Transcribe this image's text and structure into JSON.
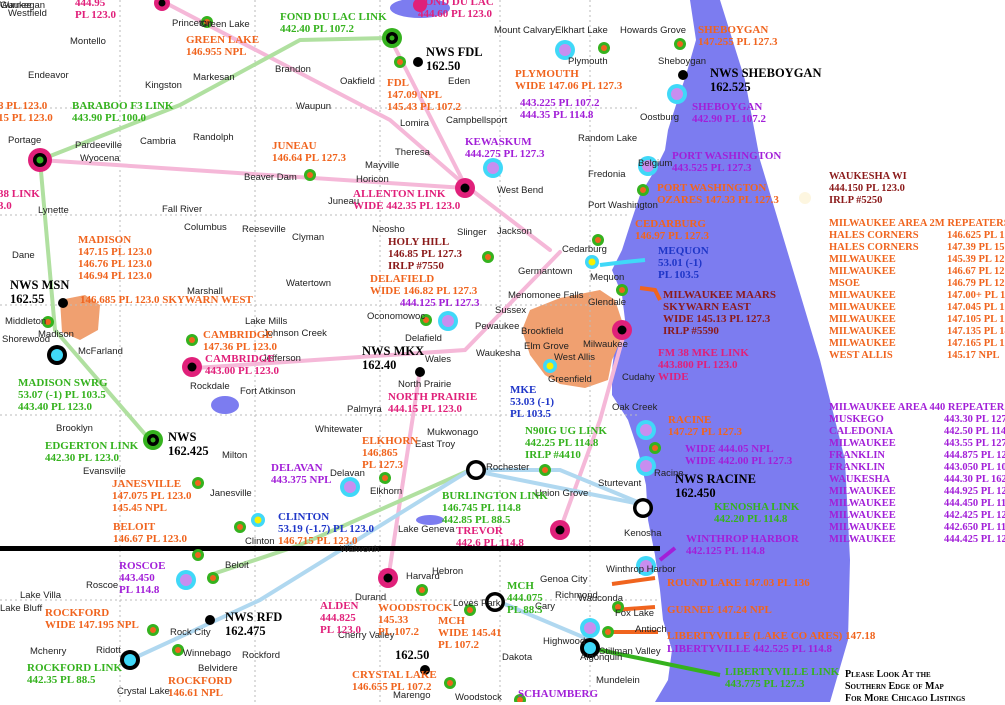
{
  "colors": {
    "orange": "#f0641e",
    "magenta": "#e0207a",
    "green": "#35b21e",
    "purple": "#a21fd8",
    "blue": "#1f36c8",
    "brown": "#8b1a1a",
    "lake": "#7c7cf0"
  },
  "towns": [
    "Westfield",
    "Montello",
    "Princeton",
    "Green Lake",
    "Mount Calvary",
    "Elkhart Lake",
    "Howards Grove",
    "Endeavor",
    "Kingston",
    "Markesan",
    "Brandon",
    "Oakfield",
    "Eden",
    "Plymouth",
    "Sheboygan",
    "Waupun",
    "Lomira",
    "Campbellsport",
    "Oostburg",
    "Portage",
    "Pardeeville",
    "Randolph",
    "Theresa",
    "Random Lake",
    "Wyocena",
    "Cambria",
    "Mayville",
    "Belgium",
    "Fall River",
    "Columbus",
    "Beaver Dam",
    "Horicon",
    "Juneau",
    "West Bend",
    "Fredonia",
    "Lynette",
    "Port Washington",
    "Dane",
    "Reeseville",
    "Clyman",
    "Neosho",
    "Slinger",
    "Jackson",
    "Cedarburg",
    "Germantown",
    "Mequon",
    "Menomonee Falls",
    "Sussex",
    "Glendale",
    "Watertown",
    "Oconomowoc",
    "Pewaukee",
    "Brookfield",
    "Middleton",
    "Marshall",
    "Lake Mills",
    "Johnson Creek",
    "Delafield",
    "Shorewood",
    "McFarland",
    "Madison",
    "Elm Grove",
    "Milwaukee",
    "West Allis",
    "Waukesha",
    "Wales",
    "Rockdale",
    "Jefferson",
    "Cudahy",
    "Greenfield",
    "North Prairie",
    "Fort Atkinson",
    "Oak Creek",
    "Palmyra",
    "Whitewater",
    "Mukwonago",
    "Brooklyn",
    "Milton",
    "Evansville",
    "Janesville",
    "Elkhorn",
    "East Troy",
    "Sturtevant",
    "Racine",
    "Union Grove",
    "Rochester",
    "Delavan",
    "Clinton",
    "Lake Geneva",
    "Kenosha",
    "Walworth",
    "Winthrop Harbor",
    "Beloit",
    "Roscoe",
    "Durand",
    "Harvard",
    "Hebron",
    "Genoa City",
    "Lake Villa",
    "Rock City",
    "Loves Park",
    "Mchenry",
    "Ridott",
    "Winnebago",
    "Rockford",
    "Belvidere",
    "Cherry Valley",
    "Marengo",
    "Woodstock",
    "Crystal Lake",
    "Algonquin",
    "Stillman Valley",
    "Mundelein",
    "Lake Bluff",
    "Highwood",
    "Dakota",
    "Cary",
    "Wauconda",
    "Richmond",
    "Fox Lake",
    "Antioch",
    "Gurnee",
    "Waukegan"
  ],
  "nws": {
    "fdl": "NWS FDL",
    "fdl_freq": "162.50",
    "sheboygan": "NWS SHEBOYGAN",
    "sheboygan_freq": "162.525",
    "msn": "NWS MSN",
    "msn_freq": "162.55",
    "mkx": "NWS MKX",
    "mkx_freq": "162.40",
    "nws": "NWS",
    "nws_freq": "162.425",
    "racine": "NWS RACINE",
    "racine_freq": "162.450",
    "rfd": "NWS RFD",
    "rfd_freq": "162.475",
    "lone_freq": "162.50"
  },
  "labels": {
    "top_left_a": "444.95",
    "top_left_b": "PL 123.0",
    "fdl_top_a": "FOND DU LAC",
    "fdl_top_b": "444.60 PL 123.0",
    "fdl_link_a": "FOND DU LAC LINK",
    "fdl_link_b": "442.40 PL 107.2",
    "green_lake_a": "GREEN LAKE",
    "green_lake_b": "146.955 NPL",
    "sheboygan_a": "SHEBOYGAN",
    "sheboygan_b": "147.255 PL 127.3",
    "plymouth_a": "PLYMOUTH",
    "plymouth_b": "WIDE 147.06 PL 127.3",
    "plymouth_c": "443.225 PL 107.2",
    "plymouth_d": "444.35 PL 114.8",
    "sheboygan2_a": "SHEBOYGAN",
    "sheboygan2_b": "442.90 PL 107.2",
    "fdl_a": "FDL",
    "fdl_b": "147.09 NPL",
    "fdl_c": "145.43 PL 107.2",
    "baraboo_a": "BARABOO F3 LINK",
    "baraboo_b": "443.90 PL 100.0",
    "edge_a": "8 PL 123.0",
    "edge_b": "15 PL 123.0",
    "kewaskum_a": "KEWASKUM",
    "kewaskum_b": "444.275 PL 127.3",
    "juneau_a": "JUNEAU",
    "juneau_b": "146.64 PL 127.3",
    "portwash_a": "PORT WASHINGTON",
    "portwash_b": "443.525 PL 127.3",
    "portwash2_a": "PORT WASHINGTON",
    "portwash2_b": "OZARES 147.33 PL 127.3",
    "edge_link_a": "38 LINK",
    "edge_link_b": "3.0",
    "allenton_a": "ALLENTON LINK",
    "allenton_b": "WIDE 442.35 PL 123.0",
    "cedarburg_a": "CEDARBURG",
    "cedarburg_b": "146.97 PL 127.3",
    "madison_a": "MADISON",
    "madison_b": "147.15 PL 123.0",
    "madison_c": "146.76 PL 123.0",
    "madison_d": "146.94 PL 123.0",
    "holyhill_a": "HOLY HILL",
    "holyhill_b": "146.85 PL 127.3",
    "holyhill_c": "IRLP #7550",
    "mequon_a": "MEQUON",
    "mequon_b": "53.01 (-1)",
    "mequon_c": "PL 103.5",
    "skywarn_west": "146.685 PL 123.0 SKYWARN WEST",
    "delafield_a": "DELAFIELD",
    "delafield_b": "WIDE 146.82 PL 127.3",
    "delafield_c": "444.125 PL 127.3",
    "maars_a": "MILWAUKEE MAARS",
    "maars_b": "SKYWARN EAST",
    "maars_c": "WIDE 145.13 PL 127.3",
    "maars_d": "IRLP #5590",
    "cambridge_a": "CAMBRIDGE",
    "cambridge_b": "147.36 PL 123.0",
    "cambridge2_a": "CAMBRIDGE",
    "cambridge2_b": "443.00 PL 123.0",
    "fm38_a": "FM 38 MKE LINK",
    "fm38_b": "443.800 PL 123.0",
    "fm38_c": "WIDE",
    "madswrg_a": "MADISON SWRG",
    "madswrg_b": "53.07 (-1) PL 103.5",
    "madswrg_c": "443.40 PL 123.0",
    "northprairie_a": "NORTH PRAIRIE",
    "northprairie_b": "444.15 PL 123.0",
    "mke_a": "MKE",
    "mke_b": "53.03 (-1)",
    "mke_c": "PL 103.5",
    "racine_a": "RACINE",
    "racine_b": "147.27 PL 127.3",
    "n90ig_a": "N90IG UG LINK",
    "n90ig_b": "442.25 PL 114.8",
    "n90ig_c": "IRLP #4410",
    "edgerton_a": "EDGERTON LINK",
    "edgerton_b": "442.30 PL 123.0",
    "elkhorn_a": "ELKHORN",
    "elkhorn_b": "146.865",
    "elkhorn_c": "PL 127.3",
    "racine_wide_a": "WIDE 444.05 NPL",
    "racine_wide_b": "WIDE 442.00 PL 127.3",
    "delavan_a": "DELAVAN",
    "delavan_b": "443.375 NPL",
    "janesville_a": "JANESVILLE",
    "janesville_b": "147.075 PL 123.0",
    "janesville_c": "145.45 NPL",
    "burlington_a": "BURLINGTON LINK",
    "burlington_b": "146.745 PL 114.8",
    "burlington_c": "442.85 PL 88.5",
    "kenosha_a": "KENOSHA LINK",
    "kenosha_b": "442.20 PL 114.8",
    "clinton_a": "CLINTON",
    "clinton_b": "53.19 (-1.7) PL 123.0",
    "clinton_c": "146.715 PL 123.0",
    "trevor_a": "TREVOR",
    "trevor_b": "442.6 PL 114.8",
    "beloit_a": "BELOIT",
    "beloit_b": "146.67 PL 123.0",
    "winthrop_a": "WINTHROP HARBOR",
    "winthrop_b": "442.125 PL 114.8",
    "roscoe_a": "ROSCOE",
    "roscoe_b": "443.450",
    "roscoe_c": "PL 114.8",
    "roundlake": "ROUND LAKE 147.03 PL 136",
    "mch_a": "MCH",
    "mch_b": "444.075",
    "mch_c": "PL 88.5",
    "gurnee": "GURNEE 147.24 NPL",
    "rockford_a": "ROCKFORD",
    "rockford_b": "WIDE 147.195 NPL",
    "alden_a": "ALDEN",
    "alden_b": "444.825",
    "alden_c": "PL 123.0",
    "woodstock_a": "WOODSTOCK",
    "woodstock_b": "145.33",
    "woodstock_c": "PL 107.2",
    "mch2_a": "MCH",
    "mch2_b": "WIDE 145.41",
    "mch2_c": "PL 107.2",
    "libertyville": "LIBERTYVILLE (LAKE CO ARES) 147.18",
    "libertyville2": "LIBERTYVILLE 442.525 PL 114.8",
    "rockford_link_a": "ROCKFORD LINK",
    "rockford_link_b": "442.35 PL 88.5",
    "rockford2_a": "ROCKFORD",
    "rockford2_b": "146.61 NPL",
    "crystal_a": "CRYSTAL LAKE",
    "crystal_b": "146.655 PL 107.2",
    "libertylink_a": "LIBERTYVILLE LINK",
    "libertylink_b": "443.775 PL 127.3",
    "schaumberg": "SCHAUMBERG"
  },
  "waukesha_wi": {
    "title": "WAUKESHA WI",
    "line1": "444.150 PL 123.0",
    "line2": "IRLP #5250"
  },
  "mke_2m": {
    "title": "MILWAUKEE AREA 2M REPEATERS",
    "rows": [
      {
        "name": "HALES CORNERS",
        "value": "146.625 PL 127.3"
      },
      {
        "name": "HALES CORNERS",
        "value": "147.39 PL 151.4"
      },
      {
        "name": "MILWAUKEE",
        "value": "145.39 PL 127.3"
      },
      {
        "name": "MILWAUKEE",
        "value": "146.67 PL 127.3"
      },
      {
        "name": "MSOE",
        "value": "146.79 PL 127.3"
      },
      {
        "name": "MILWAUKEE",
        "value": "147.00+ PL 146.2"
      },
      {
        "name": "MILWAUKEE",
        "value": "147.045 PL 127.3"
      },
      {
        "name": "MILWAUKEE",
        "value": "147.105 PL 127.3"
      },
      {
        "name": "MILWAUKEE",
        "value": "147.135 PL 141.3"
      },
      {
        "name": "MILWAUKEE",
        "value": "147.165 PL 127.3"
      },
      {
        "name": "WEST ALLIS",
        "value": "145.17 NPL"
      }
    ]
  },
  "mke_440": {
    "title": "MILWAUKEE AREA 440 REPEATERS",
    "rows": [
      {
        "name": "MUSKEGO",
        "value": "443.30 PL 127.3"
      },
      {
        "name": "CALEDONIA",
        "value": "442.50 PL 114.8"
      },
      {
        "name": "MILWAUKEE",
        "value": "443.55 PL 127.3"
      },
      {
        "name": "FRANKLIN",
        "value": "444.875 PL 127.3"
      },
      {
        "name": "FRANKLIN",
        "value": "443.050 PL 100.0"
      },
      {
        "name": "WAUKESHA",
        "value": "444.30 PL 162.2"
      },
      {
        "name": "MILWAUKEE",
        "value": "444.925 PL 127.3"
      },
      {
        "name": "MILWAUKEE",
        "value": "444.450 PL 114.8"
      },
      {
        "name": "MILWAUKEE",
        "value": "442.425 PL 127.3"
      },
      {
        "name": "MILWAUKEE",
        "value": "442.650 PL 114.8"
      },
      {
        "name": "MILWAUKEE",
        "value": "444.425 PL 127.3"
      }
    ]
  },
  "note": {
    "line1": "Please Look At the",
    "line2": "Southern Edge of Map",
    "line3": "For More Chicago Listings"
  }
}
